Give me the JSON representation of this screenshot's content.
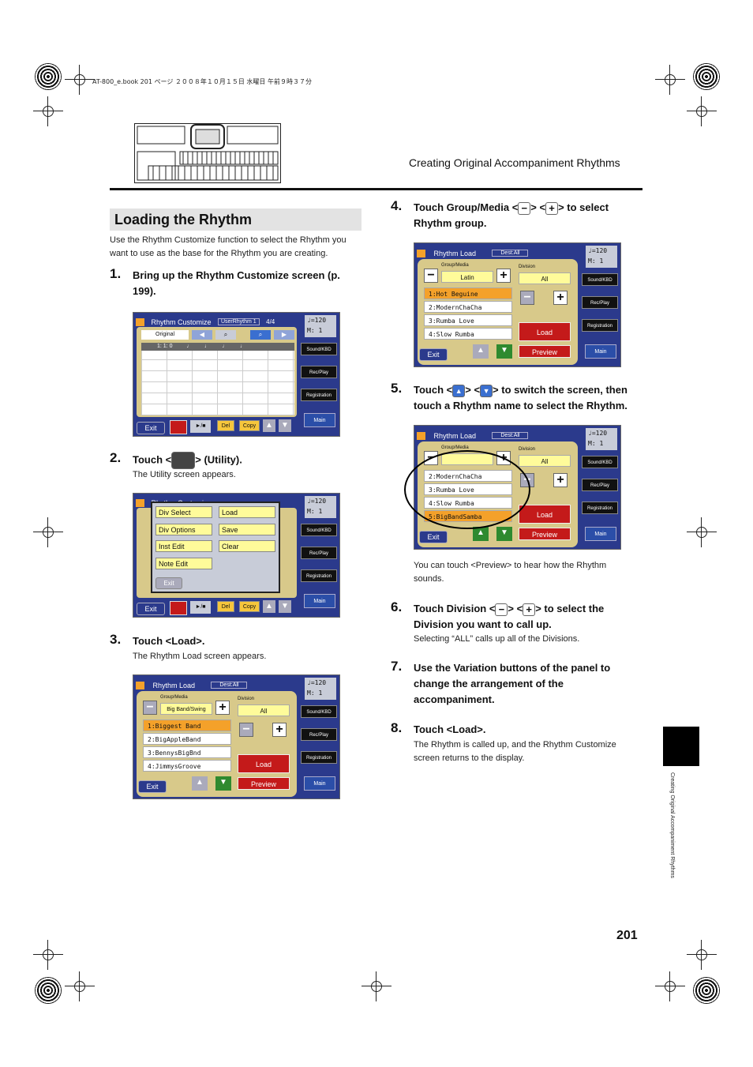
{
  "header": {
    "file_info": "AT-800_e.book  201 ページ  ２００８年１０月１５日  水曜日  午前９時３７分",
    "chapter": "Creating Original Accompaniment Rhythms"
  },
  "section_title": "Loading the Rhythm",
  "intro": "Use the Rhythm Customize function to select the Rhythm you want to use as the base for the Rhythm you are creating.",
  "steps": [
    {
      "num": "1.",
      "text": "Bring up the Rhythm Customize screen (p. 199)."
    },
    {
      "num": "2.",
      "text_a": "Touch <",
      "text_b": "> (Utility).",
      "note": "The Utility screen appears."
    },
    {
      "num": "3.",
      "text": "Touch <Load>.",
      "note": "The Rhythm Load screen appears."
    },
    {
      "num": "4.",
      "text_a": "Touch Group/Media <",
      "text_b": "> <",
      "text_c": "> to select Rhythm group."
    },
    {
      "num": "5.",
      "text_a": "Touch <",
      "text_b": "> <",
      "text_c": "> to switch the screen, then touch a Rhythm name to select the Rhythm.",
      "note": "You can touch <Preview> to hear how the Rhythm sounds."
    },
    {
      "num": "6.",
      "text_a": "Touch Division <",
      "text_b": "> <",
      "text_c": "> to select the Division you want to call up.",
      "note": "Selecting “ALL” calls up all of the Divisions."
    },
    {
      "num": "7.",
      "text": "Use the Variation buttons of the panel to change the arrangement of the accompaniment."
    },
    {
      "num": "8.",
      "text": "Touch <Load>.",
      "note": "The Rhythm is called up, and the Rhythm Customize screen returns to the display."
    }
  ],
  "ui": {
    "tempo1": "♩=120",
    "tempo2": "M:  1",
    "sound_kbd": "Sound/KBD",
    "rec_play": "Rec/Play",
    "registration": "Registration",
    "main": "Main",
    "exit": "Exit",
    "load": "Load",
    "preview": "Preview",
    "group_media": "Group/Media",
    "division": "Division",
    "all": "All",
    "dest_all": "Dest:All",
    "rhythm_load": "Rhythm Load",
    "rhythm_customize": "Rhythm Customize",
    "user_rhythm": "UserRhythm 1",
    "time_sig": "4/4",
    "original": "Original",
    "position": "1: 1:  0",
    "del": "Del",
    "copy": "Copy",
    "play_stop": "►/■",
    "utility_menu": [
      "Div Select",
      "Load",
      "Div Options",
      "Save",
      "Inst Edit",
      "Clear",
      "Note Edit"
    ],
    "screen3_group": "Big Band/Swing",
    "screen3_list": [
      "1:Biggest Band",
      "2:BigAppleBand",
      "3:BennysBigBnd",
      "4:JimmysGroove"
    ],
    "screen4_group": "Latin",
    "screen4_list": [
      "1:Hot Beguine",
      "2:ModernChaCha",
      "3:Rumba Love",
      "4:Slow Rumba"
    ],
    "screen5_list": [
      "2:ModernChaCha",
      "3:Rumba Love",
      "4:Slow Rumba",
      "5:BigBandSamba"
    ],
    "minus": "−",
    "plus": "+",
    "up": "▲",
    "down": "▼"
  },
  "sidebar_text": "Creating Original Accompaniment Rhythms",
  "page_number": "201"
}
